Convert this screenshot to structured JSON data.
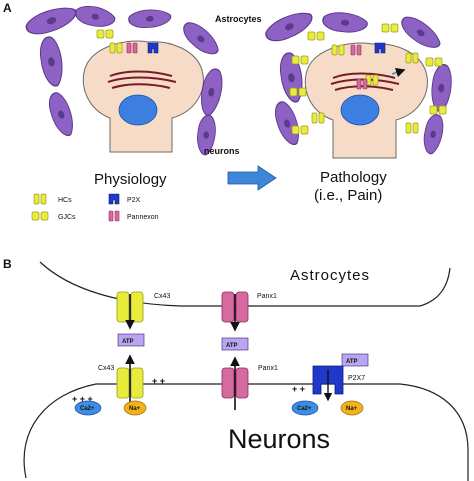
{
  "panel_a": {
    "letter": "A",
    "astrocytes_label": "Astrocytes",
    "neurons_label": "neurons",
    "physiology_label": "Physiology",
    "pathology_label_line1": "Pathology",
    "pathology_label_line2": "(i.e., Pain)",
    "legend": {
      "hcs": "HCs",
      "gjcs": "GJCs",
      "p2x": "P2X",
      "pannexon": "Pannexon"
    }
  },
  "panel_b": {
    "letter": "B",
    "astrocytes_label": "Astrocytes",
    "neurons_label": "Neurons",
    "cx43_top": "Cx43",
    "panx1_top": "Panx1",
    "cx43_bottom": "Cx43",
    "panx1_bottom": "Panx1",
    "p2x7": "P2X7",
    "atp": "ATP",
    "ca": "Ca2+",
    "na": "Na+",
    "plus": "+ +",
    "plus3": "+ + +"
  },
  "colors": {
    "astrocyte": "#8e62c4",
    "neuron_fill": "#f6dcc6",
    "hemichannel": "#e8ec3a",
    "pannexon": "#d66aa0",
    "p2x": "#2038c8",
    "atp_box": "#b9a6ef",
    "ca_ion": "#3d8ee0",
    "na_ion": "#f2b21e",
    "arrow": "#3d86d8"
  }
}
